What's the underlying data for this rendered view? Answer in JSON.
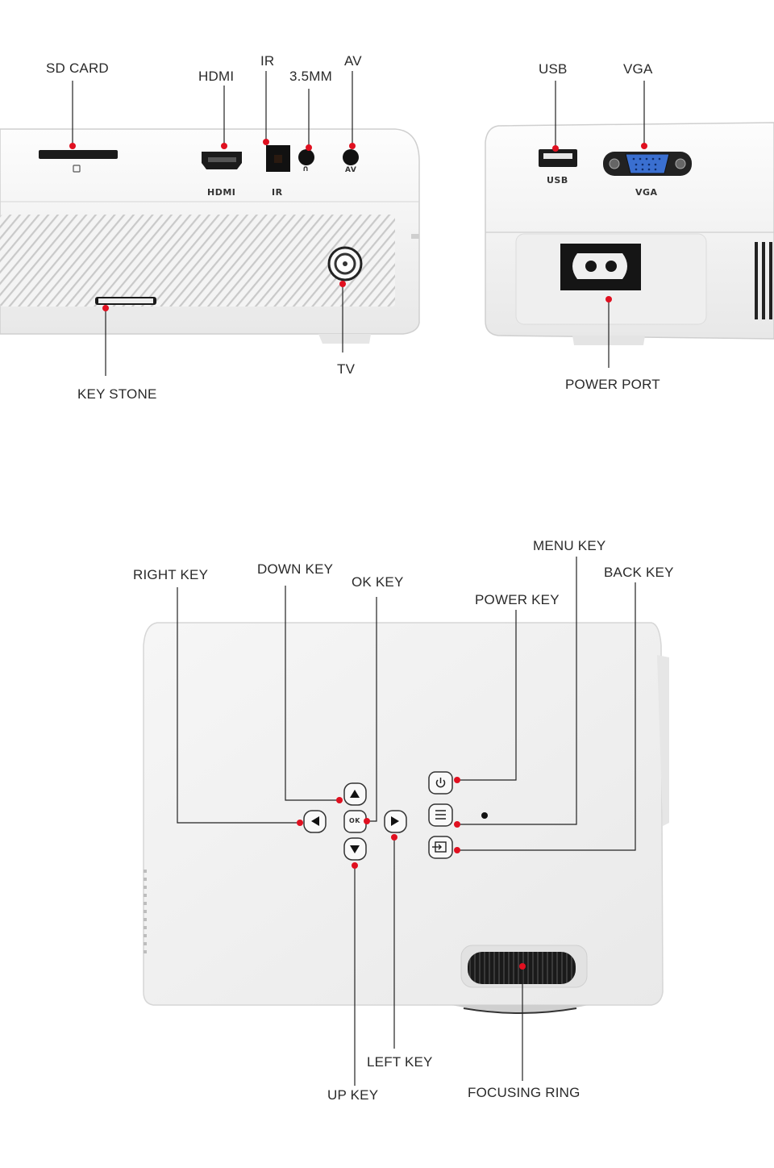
{
  "top_left_labels": {
    "sd_card": "SD CARD",
    "hdmi": "HDMI",
    "ir": "IR",
    "mm35": "3.5MM",
    "av": "AV",
    "key_stone": "KEY STONE",
    "tv": "TV"
  },
  "top_left_print": {
    "sd_icon": "▢",
    "hdmi": "HDMI",
    "ir": "IR",
    "headphone_icon": "∩",
    "av": "AV"
  },
  "top_right_labels": {
    "usb": "USB",
    "vga": "VGA",
    "power_port": "POWER PORT"
  },
  "top_right_print": {
    "usb": "USB",
    "vga": "VGA"
  },
  "bottom_labels": {
    "right_key": "RIGHT KEY",
    "down_key": "DOWN KEY",
    "ok_key": "OK KEY",
    "menu_key": "MENU KEY",
    "back_key": "BACK KEY",
    "power_key": "POWER KEY",
    "left_key": "LEFT KEY",
    "up_key": "UP KEY",
    "focusing_ring": "FOCUSING RING"
  },
  "keypad_print": {
    "ok": "OK"
  },
  "colors": {
    "pointer_dot": "#e01020",
    "body_white": "#f2f2f2"
  }
}
